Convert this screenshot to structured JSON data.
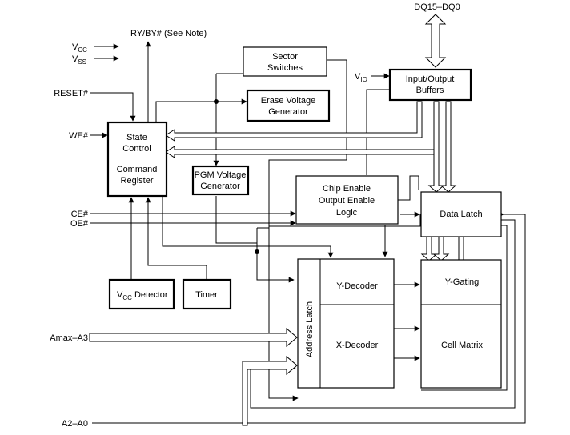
{
  "pins": {
    "dq": "DQ15–DQ0",
    "vcc_base": "V",
    "vcc_sub": "CC",
    "vss_base": "V",
    "vss_sub": "SS",
    "ryby": "RY/BY# (See Note)",
    "reset": "RESET#",
    "we": "WE#",
    "vio_base": "V",
    "vio_sub": "IO",
    "ce": "CE#",
    "oe": "OE#",
    "amax": "Amax–A3",
    "a2": "A2–A0"
  },
  "blocks": {
    "sector_switches": [
      "Sector",
      "Switches"
    ],
    "erase_voltage": [
      "Erase Voltage",
      "Generator"
    ],
    "io_buffers": [
      "Input/Output",
      "Buffers"
    ],
    "state_control": [
      "State",
      "Control"
    ],
    "command_register": [
      "Command",
      "Register"
    ],
    "pgm_voltage": [
      "PGM Voltage",
      "Generator"
    ],
    "chip_enable": [
      "Chip Enable",
      "Output Enable",
      "Logic"
    ],
    "data_latch": "Data Latch",
    "vcc_detector_base": "V",
    "vcc_detector_sub": "CC",
    "vcc_detector_rest": " Detector",
    "timer": "Timer",
    "address_latch": "Address Latch",
    "y_decoder": "Y-Decoder",
    "x_decoder": "X-Decoder",
    "y_gating": "Y-Gating",
    "cell_matrix": "Cell Matrix"
  }
}
